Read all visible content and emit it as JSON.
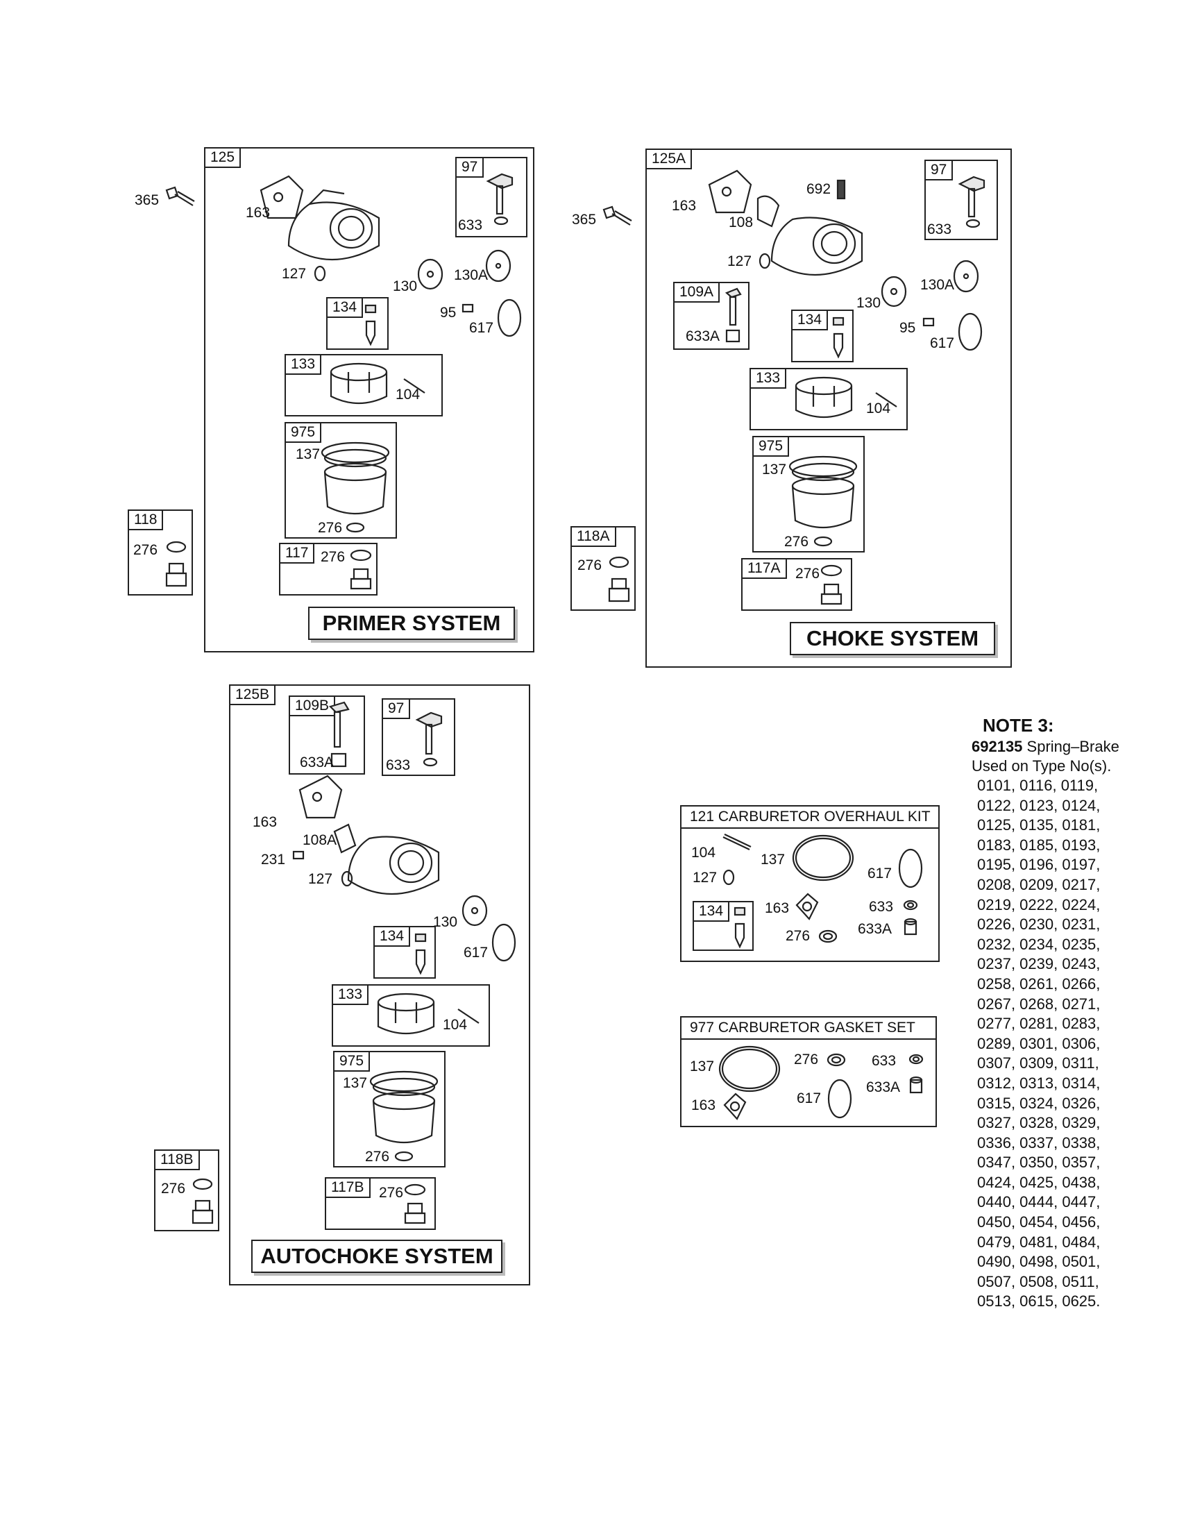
{
  "primer": {
    "box_id": "125",
    "title": "PRIMER SYSTEM",
    "labels": {
      "l365": "365",
      "l163": "163",
      "l127": "127",
      "l130": "130",
      "l130a": "130A",
      "l95": "95",
      "l617": "617",
      "l104": "104",
      "l137": "137",
      "l276a": "276",
      "l276b": "276",
      "l276c": "276",
      "l633": "633"
    },
    "sub": {
      "s97": "97",
      "s134": "134",
      "s133": "133",
      "s975": "975",
      "s117": "117",
      "s118": "118"
    }
  },
  "choke": {
    "box_id": "125A",
    "title": "CHOKE SYSTEM",
    "labels": {
      "l365": "365",
      "l163": "163",
      "l108": "108",
      "l692": "692",
      "l127": "127",
      "l130": "130",
      "l130a": "130A",
      "l95": "95",
      "l617": "617",
      "l633": "633",
      "l633a": "633A",
      "l104": "104",
      "l137": "137",
      "l276a": "276",
      "l276b": "276",
      "l276c": "276"
    },
    "sub": {
      "s97": "97",
      "s109a": "109A",
      "s134": "134",
      "s133": "133",
      "s975": "975",
      "s117a": "117A",
      "s118a": "118A"
    }
  },
  "autochoke": {
    "box_id": "125B",
    "title": "AUTOCHOKE SYSTEM",
    "labels": {
      "l633a": "633A",
      "l633": "633",
      "l163": "163",
      "l108a": "108A",
      "l231": "231",
      "l127": "127",
      "l130": "130",
      "l617": "617",
      "l104": "104",
      "l137": "137",
      "l276a": "276",
      "l276b": "276",
      "l276c": "276"
    },
    "sub": {
      "s109b": "109B",
      "s97": "97",
      "s134": "134",
      "s133": "133",
      "s975": "975",
      "s117b": "117B",
      "s118b": "118B"
    }
  },
  "overhaul_kit": {
    "title": "121 CARBURETOR OVERHAUL KIT",
    "labels": {
      "l104": "104",
      "l127": "127",
      "l137": "137",
      "l617": "617",
      "l134": "134",
      "l163": "163",
      "l633": "633",
      "l276": "276",
      "l633a": "633A"
    }
  },
  "gasket_set": {
    "title": "977 CARBURETOR GASKET SET",
    "labels": {
      "l137": "137",
      "l276": "276",
      "l633": "633",
      "l633a": "633A",
      "l163": "163",
      "l617": "617"
    }
  },
  "note": {
    "heading": "NOTE 3:",
    "part_number": "692135",
    "part_name": " Spring–Brake",
    "used_on": "Used on Type No(s).",
    "type_numbers": [
      "0101, 0116, 0119,",
      "0122, 0123, 0124,",
      "0125, 0135, 0181,",
      "0183, 0185, 0193,",
      "0195, 0196, 0197,",
      "0208, 0209, 0217,",
      "0219, 0222, 0224,",
      "0226, 0230, 0231,",
      "0232, 0234, 0235,",
      "0237, 0239, 0243,",
      "0258, 0261, 0266,",
      "0267, 0268, 0271,",
      "0277, 0281, 0283,",
      "0289, 0301, 0306,",
      "0307, 0309, 0311,",
      "0312, 0313, 0314,",
      "0315, 0324, 0326,",
      "0327, 0328, 0329,",
      "0336, 0337, 0338,",
      "0347, 0350, 0357,",
      "0424, 0425, 0438,",
      "0440, 0444, 0447,",
      "0450, 0454, 0456,",
      "0479, 0481, 0484,",
      "0490, 0498, 0501,",
      "0507, 0508, 0511,",
      "0513, 0615, 0625."
    ]
  }
}
